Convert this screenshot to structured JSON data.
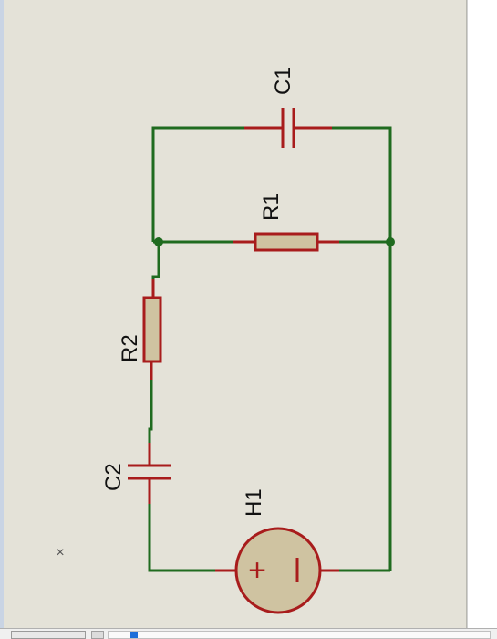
{
  "components": {
    "c1": "C1",
    "r1": "R1",
    "r2": "R2",
    "c2": "C2",
    "h1": "H1"
  },
  "source": {
    "plus": "+",
    "minus": "−"
  },
  "origin_marker": "×",
  "colors": {
    "wire": "#1f6b1f",
    "component": "#a81c1c",
    "body_fill": "#cfc3a1",
    "background": "#e4e2d8"
  }
}
